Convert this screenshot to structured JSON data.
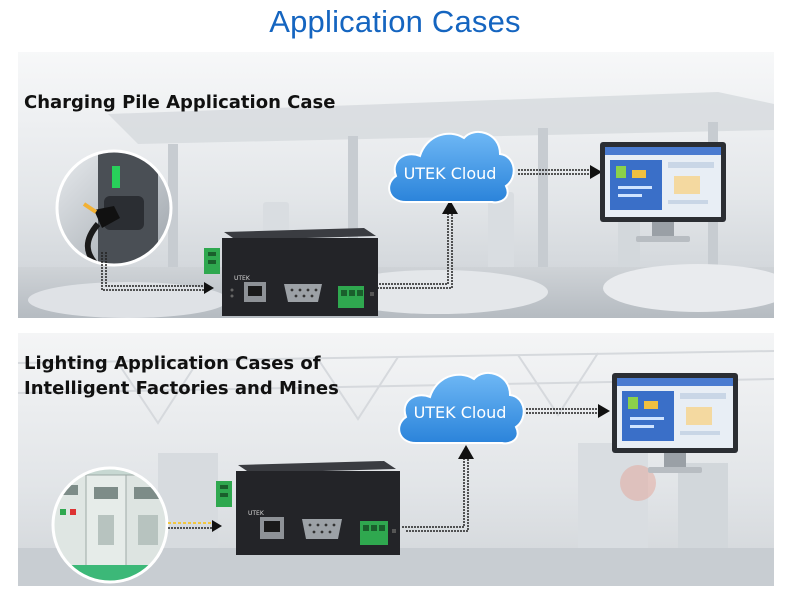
{
  "page": {
    "title": "Application Cases"
  },
  "cases": [
    {
      "title": "Charging Pile Application Case",
      "cloud_label": "UTEK Cloud",
      "device_brand": "UTEK",
      "scene": "charging-station"
    },
    {
      "title_line1": "Lighting Application Cases of",
      "title_line2": "Intelligent Factories and Mines",
      "cloud_label": "UTEK Cloud",
      "device_brand": "UTEK",
      "scene": "factory"
    }
  ],
  "colors": {
    "title_blue": "#1565c0",
    "cloud_blue": "#2f8fe0",
    "device_body": "#232428",
    "terminal_green": "#2fa84f",
    "monitor_screen": "#3a6fc8"
  },
  "icons": [
    "cloud-icon",
    "ev-charger-icon",
    "electrical-cabinet-icon",
    "monitor-icon",
    "serial-server-icon",
    "arrow-icon"
  ]
}
